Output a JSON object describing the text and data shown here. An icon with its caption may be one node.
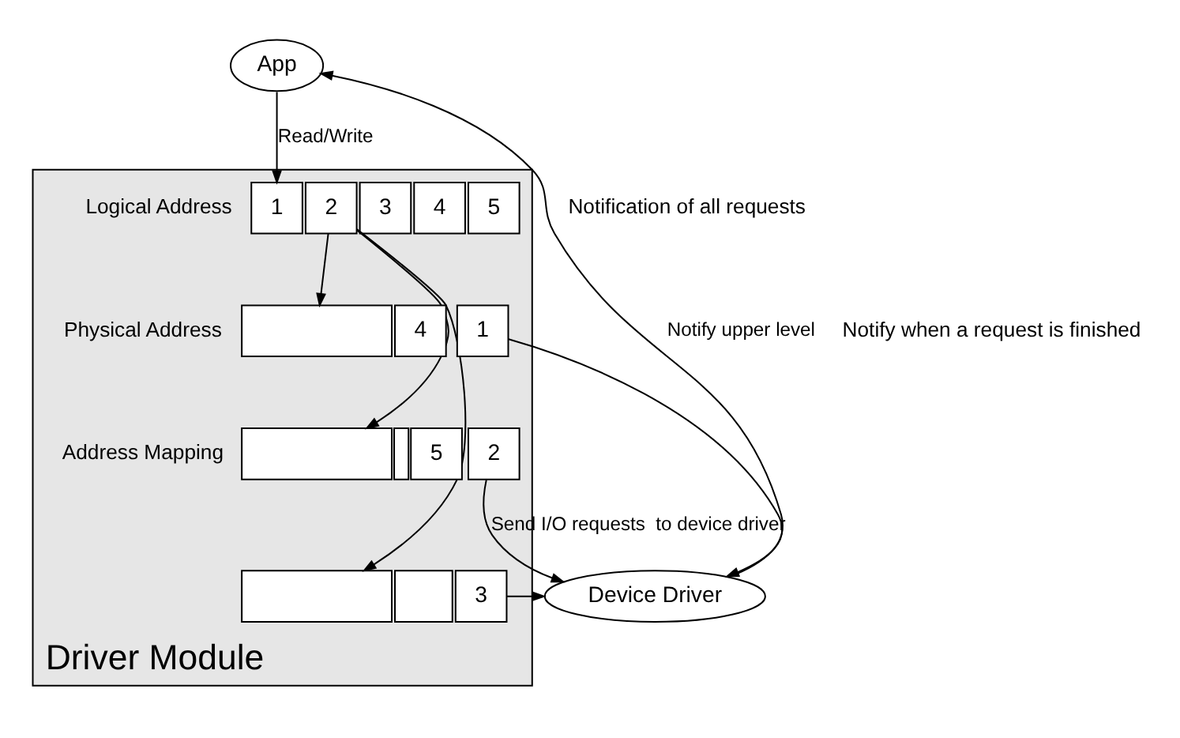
{
  "diagram": {
    "nodes": [
      {
        "text": [
          "App"
        ]
      },
      {
        "text": [
          "Driver Module"
        ]
      },
      {
        "text": [
          "1"
        ],
        "in": 1
      },
      {
        "text": [
          "2"
        ],
        "in": 1
      },
      {
        "text": [
          "3"
        ],
        "in": 1
      },
      {
        "text": [
          "4"
        ],
        "in": 1
      },
      {
        "text": [
          "5"
        ],
        "in": 1
      },
      {
        "text": [],
        "shape": "box",
        "in": 1
      },
      {
        "text": [
          "4"
        ],
        "in": 1
      },
      {
        "text": [
          "1"
        ],
        "in": 1
      },
      {
        "text": [],
        "shape": "box",
        "in": 1
      },
      {
        "text": [],
        "shape": "box",
        "in": 1
      },
      {
        "text": [
          "5"
        ],
        "in": 1
      },
      {
        "text": [
          "2"
        ],
        "in": 1
      },
      {
        "text": [],
        "shape": "box",
        "in": 1
      },
      {
        "text": [],
        "shape": "box",
        "in": 1
      },
      {
        "text": [
          "3"
        ],
        "in": 1
      },
      {
        "text": [
          "Device Driver"
        ]
      }
    ],
    "edges": [
      {
        "from": 0,
        "to": 2,
        "arrow": "to",
        "label": "Read/Write"
      },
      {
        "from": 17,
        "to": 0,
        "arrow": "to",
        "label": "Notify upper level"
      },
      {
        "from": 3,
        "to": 7,
        "arrow": "to"
      },
      {
        "from": 3,
        "to": 10,
        "arrow": "to"
      },
      {
        "from": 3,
        "to": 14,
        "arrow": "to"
      },
      {
        "from": 9,
        "to": 17,
        "arrow": "to"
      },
      {
        "from": 13,
        "to": 17,
        "arrow": "to",
        "label": "Send I/O requests  to device driver"
      },
      {
        "from": 16,
        "to": 17,
        "arrow": "to"
      }
    ],
    "labels": [
      "Logical Address",
      "Notification of all requests",
      "Notify when a request is finished",
      "Physical Address",
      "Address Mapping"
    ]
  }
}
